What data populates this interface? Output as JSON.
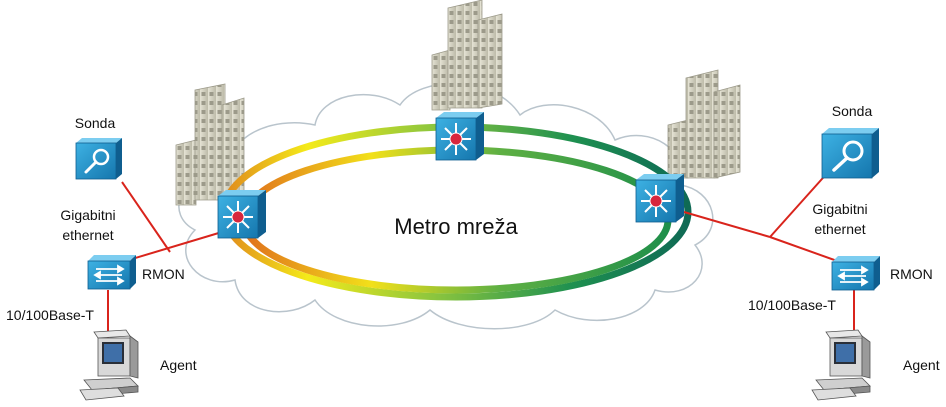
{
  "diagram": {
    "center_label": "Metro mreža",
    "left": {
      "probe_label": "Sonda",
      "link_label_line1": "Gigabitni",
      "link_label_line2": "ethernet",
      "switch_label": "RMON",
      "access_label": "10/100Base-T",
      "host_label": "Agent"
    },
    "right": {
      "probe_label": "Sonda",
      "link_label_line1": "Gigabitni",
      "link_label_line2": "ethernet",
      "switch_label": "RMON",
      "access_label": "10/100Base-T",
      "host_label": "Agent"
    },
    "icons": {
      "cloud": "cloud-icon",
      "building": "building-icon",
      "core_switch": "multilayer-switch-icon",
      "probe": "magnifier-probe-icon",
      "workgroup_switch": "workgroup-switch-icon",
      "host": "workstation-icon"
    },
    "colors": {
      "link": "#d9241c",
      "ring_yellow": "#f2e31a",
      "ring_orange": "#e07a1c",
      "ring_green": "#1f8f4a",
      "device_blue": "#1a8fc8"
    }
  }
}
